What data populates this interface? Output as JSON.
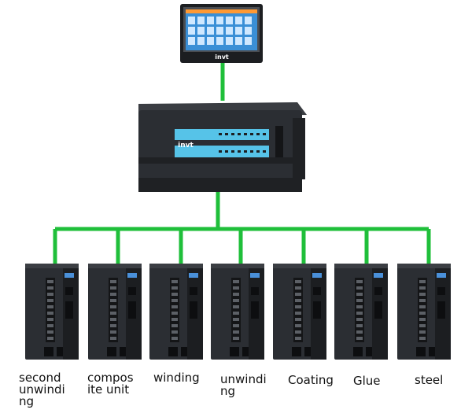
{
  "colors": {
    "link": "#1fbf3a",
    "device_body": "#2b2e33",
    "device_dark": "#1c1e21",
    "screen": "#3a8fd6",
    "led_panel": "#56c3e8",
    "logo": "#ffffff"
  },
  "hmi": {
    "logo": "invt"
  },
  "plc": {
    "logo": "invt"
  },
  "drives": [
    {
      "label": "second\nunwindi\nng"
    },
    {
      "label": "compos\nite unit"
    },
    {
      "label": "winding"
    },
    {
      "label": "unwindi\nng"
    },
    {
      "label": "Coating"
    },
    {
      "label": "Glue"
    },
    {
      "label": "steel"
    }
  ]
}
